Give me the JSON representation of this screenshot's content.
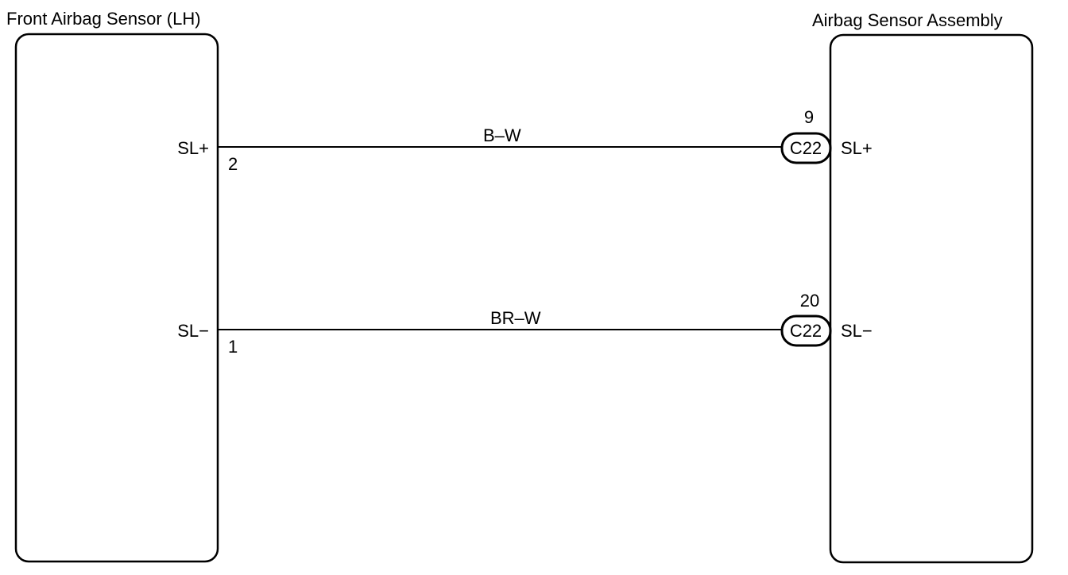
{
  "components": {
    "left": {
      "title": "Front Airbag Sensor (LH)",
      "pins": [
        {
          "name": "SL+",
          "number": "2"
        },
        {
          "name": "SL−",
          "number": "1"
        }
      ]
    },
    "right": {
      "title": "Airbag Sensor Assembly",
      "pins": [
        {
          "name": "SL+",
          "number": "9",
          "connector": "C22"
        },
        {
          "name": "SL−",
          "number": "20",
          "connector": "C22"
        }
      ]
    }
  },
  "wires": [
    {
      "color_code": "B–W"
    },
    {
      "color_code": "BR–W"
    }
  ]
}
